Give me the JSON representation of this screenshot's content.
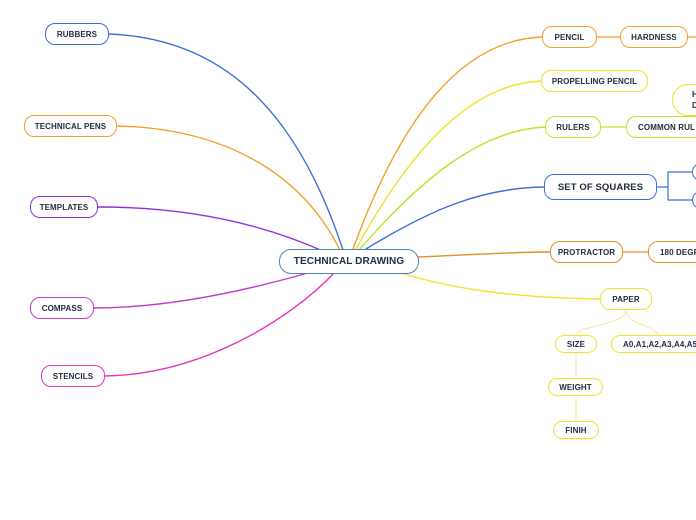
{
  "central": {
    "label": "TECHNICAL DRAWING",
    "color": "#4b86b4"
  },
  "left": [
    {
      "id": "rubbers",
      "label": "RUBBERS",
      "color": "#3b6fd8"
    },
    {
      "id": "technical-pens",
      "label": "TECHNICAL PENS",
      "color": "#f5a02a"
    },
    {
      "id": "templates",
      "label": "TEMPLATES",
      "color": "#8e2fe0"
    },
    {
      "id": "compass",
      "label": "COMPASS",
      "color": "#c23cc8"
    },
    {
      "id": "stencils",
      "label": "STENCILS",
      "color": "#e834b4"
    }
  ],
  "right": [
    {
      "id": "pencil",
      "label": "PENCIL",
      "color": "#f5a02a",
      "child": "HARDNESS"
    },
    {
      "id": "propelling-pencil",
      "label": "PROPELLING PENCIL",
      "color": "#f0e22a"
    },
    {
      "id": "rulers",
      "label": "RULERS",
      "color": "#b6e82a",
      "child": "COMMON RUL"
    },
    {
      "id": "set-of-squares",
      "label": "SET OF  SQUARES",
      "color": "#3b6fd8"
    },
    {
      "id": "protractor",
      "label": "PROTRACTOR",
      "color": "#e3902a",
      "child": "180 DEGR"
    },
    {
      "id": "paper",
      "label": "PAPER",
      "color": "#f5e02a"
    }
  ],
  "paper_children": {
    "size": "SIZE",
    "sizes": "A0,A1,A2,A3,A4,A5",
    "weight": "WEIGHT",
    "finish": "FINIH"
  },
  "partial_nodes": {
    "top_line1": "H",
    "top_line2": "D"
  }
}
